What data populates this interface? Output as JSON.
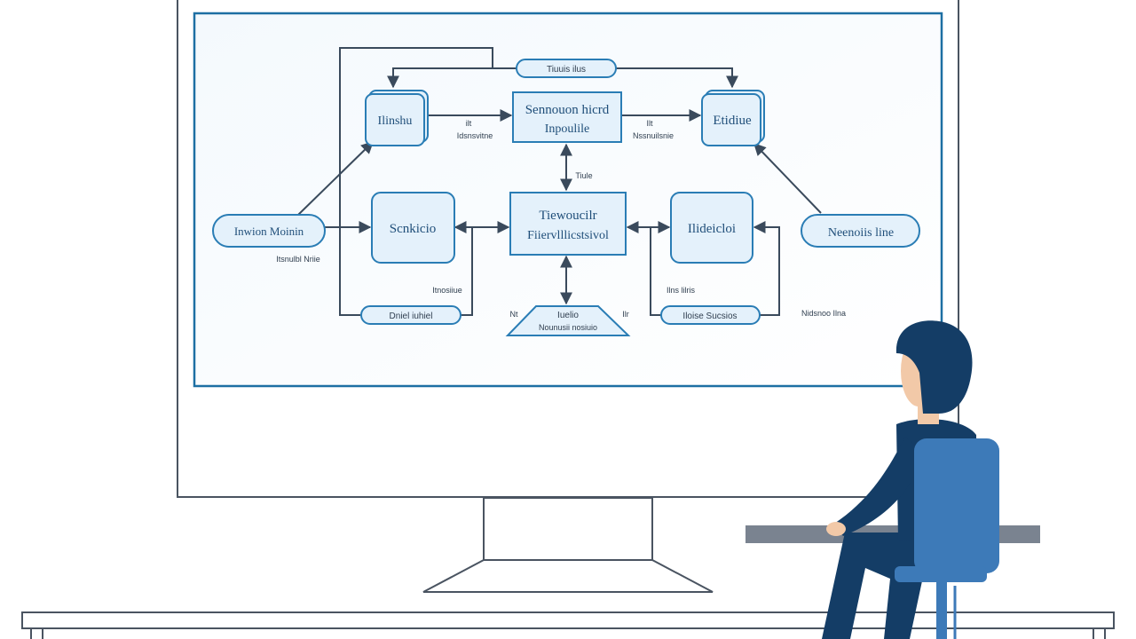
{
  "diagram": {
    "top_label": "Tiuuis ilus",
    "nodes": {
      "top_left": "Ilinshu",
      "top_center": [
        "Sennouon hicrd",
        "Inpoulile"
      ],
      "top_right": "Etidiue",
      "mid_far_left": "Inwion Moinin",
      "mid_left": "Scnkicio",
      "mid_center": [
        "Tiewoucilr",
        "Fiiervlllicstsivol"
      ],
      "mid_right": "Ilideicloi",
      "mid_far_right": "Neenoiis line",
      "bottom_left": "Dniel iuhiel",
      "bottom_center": "Iuelio",
      "bottom_center_sub": "Nounusii nosiuio",
      "bottom_right": "Iloise Sucsios"
    },
    "edge_labels": {
      "top_left_a": "ilt",
      "top_left_b": "Idsnsvitne",
      "top_right_a": "Ilt",
      "top_right_b": "Nssnuilsnie",
      "vertical_top": "Tiule",
      "far_left_under": "Itsnulbl Nriie",
      "bottom_left_above": "Itnosiiue",
      "bottom_center_left": "Nt",
      "bottom_center_right": "Ilr",
      "bottom_right_above": "Ilns lilris",
      "bottom_right_outer": "Nidsnoo Ilna"
    }
  },
  "colors": {
    "screen_border": "#1d6fa3",
    "node_fill": "#e4f1fb",
    "node_stroke": "#2a7db5",
    "edge": "#3a4a5c",
    "person_dark": "#143d66",
    "chair": "#3d7ab8",
    "desk": "#7a8390"
  }
}
